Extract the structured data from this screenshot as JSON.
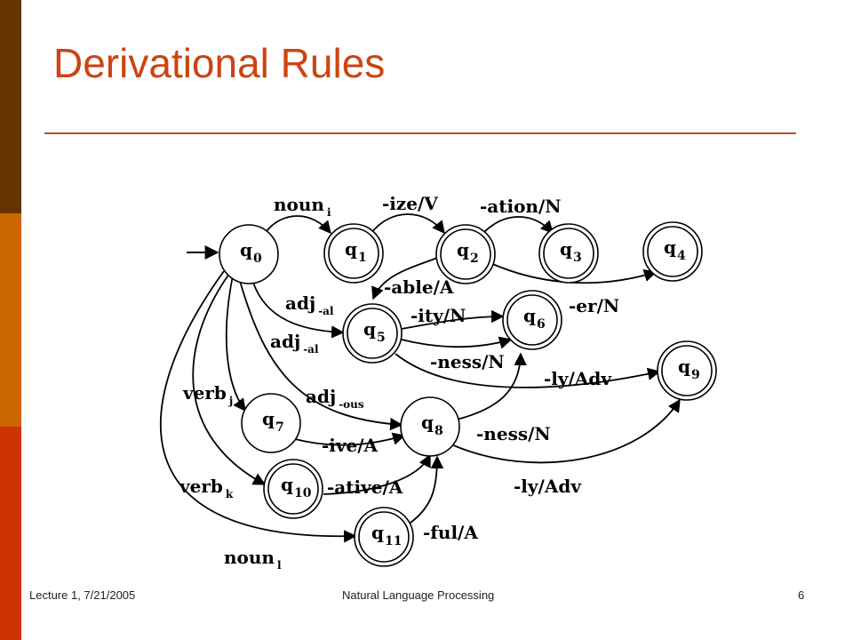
{
  "colors": {
    "accent": "#cc4411",
    "band_top": "#663300",
    "band_middle": "#cc6600",
    "band_bottom": "#cc3300",
    "rule": "#b5522a"
  },
  "slide": {
    "title": "Derivational Rules"
  },
  "footer": {
    "left": "Lecture 1, 7/21/2005",
    "center": "Natural Language Processing",
    "page": "6"
  },
  "diagram": {
    "states": [
      {
        "id": "q0",
        "base": "q",
        "sub": "0",
        "final": false
      },
      {
        "id": "q1",
        "base": "q",
        "sub": "1",
        "final": true
      },
      {
        "id": "q2",
        "base": "q",
        "sub": "2",
        "final": true
      },
      {
        "id": "q3",
        "base": "q",
        "sub": "3",
        "final": true
      },
      {
        "id": "q4",
        "base": "q",
        "sub": "4",
        "final": true
      },
      {
        "id": "q5",
        "base": "q",
        "sub": "5",
        "final": true
      },
      {
        "id": "q6",
        "base": "q",
        "sub": "6",
        "final": true
      },
      {
        "id": "q7",
        "base": "q",
        "sub": "7",
        "final": false
      },
      {
        "id": "q8",
        "base": "q",
        "sub": "8",
        "final": false
      },
      {
        "id": "q9",
        "base": "q",
        "sub": "9",
        "final": true
      },
      {
        "id": "q10",
        "base": "q",
        "sub": "10",
        "final": true
      },
      {
        "id": "q11",
        "base": "q",
        "sub": "11",
        "final": true
      }
    ],
    "transitions": [
      {
        "id": "noun-i",
        "from": "q0",
        "to": "q1",
        "base": "noun",
        "sub": "i"
      },
      {
        "id": "ize-v",
        "from": "q1",
        "to": "q2",
        "base": "-ize/V",
        "sub": ""
      },
      {
        "id": "ation-n",
        "from": "q2",
        "to": "q3",
        "base": "-ation/N",
        "sub": ""
      },
      {
        "id": "er-n",
        "from": "q2",
        "to": "q4",
        "base": "-er/N",
        "sub": ""
      },
      {
        "id": "able-a",
        "from": "q2",
        "to": "q5",
        "base": "-able/A",
        "sub": ""
      },
      {
        "id": "adj-al-1",
        "from": "q0",
        "to": "q5",
        "base": "adj",
        "sub": "-al"
      },
      {
        "id": "adj-al-2",
        "from": "q0",
        "to": "q5",
        "base": "adj",
        "sub": "-al"
      },
      {
        "id": "ity-n",
        "from": "q5",
        "to": "q6",
        "base": "-ity/N",
        "sub": ""
      },
      {
        "id": "ness-n-1",
        "from": "q5",
        "to": "q6",
        "base": "-ness/N",
        "sub": ""
      },
      {
        "id": "ly-adv-1",
        "from": "q5",
        "to": "q9",
        "base": "-ly/Adv",
        "sub": ""
      },
      {
        "id": "verb-j",
        "from": "q0",
        "to": "q7",
        "base": "verb",
        "sub": "j"
      },
      {
        "id": "adj-ous",
        "from": "q0",
        "to": "q8",
        "base": "adj",
        "sub": "-ous"
      },
      {
        "id": "ive-a",
        "from": "q7",
        "to": "q8",
        "base": "-ive/A",
        "sub": ""
      },
      {
        "id": "ness-n-2",
        "from": "q8",
        "to": "q6",
        "base": "-ness/N",
        "sub": ""
      },
      {
        "id": "ly-adv-2",
        "from": "q8",
        "to": "q9",
        "base": "-ly/Adv",
        "sub": ""
      },
      {
        "id": "verb-k",
        "from": "q0",
        "to": "q10",
        "base": "verb",
        "sub": "k"
      },
      {
        "id": "ative-a",
        "from": "q10",
        "to": "q8",
        "base": "-ative/A",
        "sub": ""
      },
      {
        "id": "noun-l",
        "from": "q0",
        "to": "q11",
        "base": "noun",
        "sub": "l"
      },
      {
        "id": "ful-a",
        "from": "q11",
        "to": "q8",
        "base": "-ful/A",
        "sub": ""
      }
    ]
  }
}
